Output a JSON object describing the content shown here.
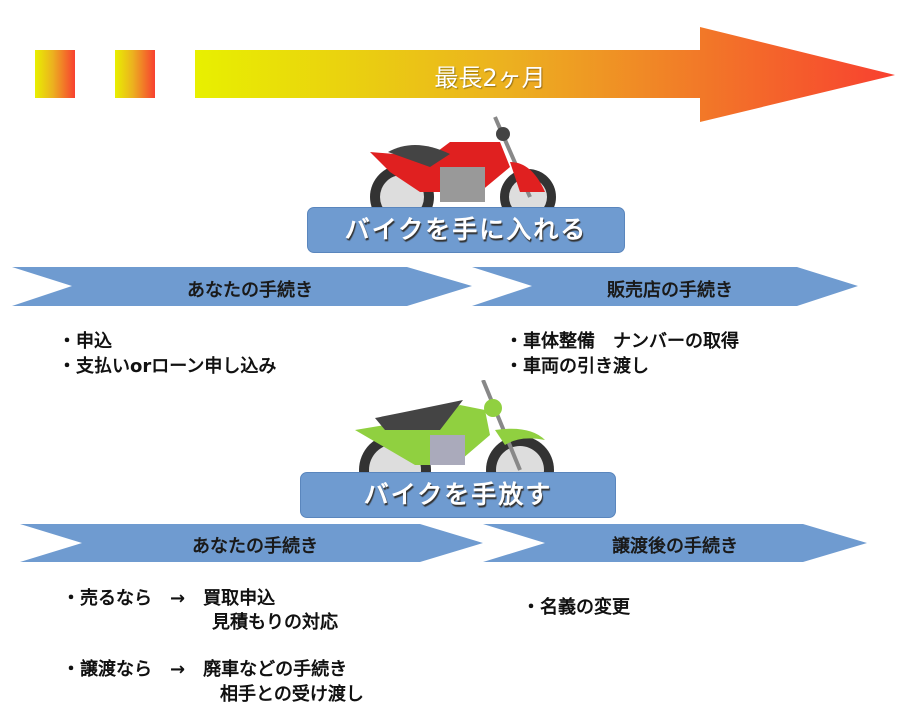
{
  "timeline": {
    "label": "最長2ヶ月",
    "colors": {
      "start": "#e8f000",
      "end": "#f84030"
    }
  },
  "acquire": {
    "title": "バイクを手に入れる",
    "phases": [
      {
        "label": "あなたの手続き",
        "items": [
          "・申込",
          "・支払いorローン申し込み"
        ]
      },
      {
        "label": "販売店の手続き",
        "items": [
          "・車体整備　ナンバーの取得",
          "・車両の引き渡し"
        ]
      }
    ]
  },
  "release": {
    "title": "バイクを手放す",
    "phases": [
      {
        "label": "あなたの手続き",
        "items": [
          "・売るなら　→　買取申込",
          "見積もりの対応",
          "・譲渡なら　→　廃車などの手続き",
          "相手との受け渡し"
        ]
      },
      {
        "label": "譲渡後の手続き",
        "items": [
          "・名義の変更"
        ]
      }
    ]
  },
  "colors": {
    "box": "#6f9bd0",
    "chevron": "#6f9bd0"
  }
}
